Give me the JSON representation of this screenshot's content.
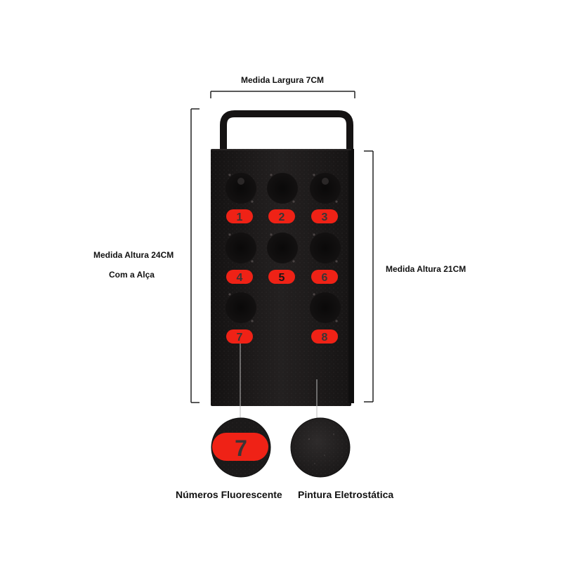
{
  "annotations": {
    "width": "Medida Largura 7CM",
    "height_with_handle": "Medida Altura 24CM",
    "with_handle_note": "Com a Alça",
    "height_body": "Medida Altura 21CM"
  },
  "ports": [
    {
      "number": "1"
    },
    {
      "number": "2"
    },
    {
      "number": "3"
    },
    {
      "number": "4"
    },
    {
      "number": "5"
    },
    {
      "number": "6"
    },
    {
      "number": "7"
    },
    {
      "number": "8"
    }
  ],
  "details": {
    "zoom_number": "7",
    "numbers_caption": "Números Fluorescente",
    "paint_caption": "Pintura Eletrostática"
  },
  "colors": {
    "body": "#1c1a1a",
    "label_red": "#ef2216",
    "number_text": "#3a3535",
    "dimension_line": "#222222"
  }
}
